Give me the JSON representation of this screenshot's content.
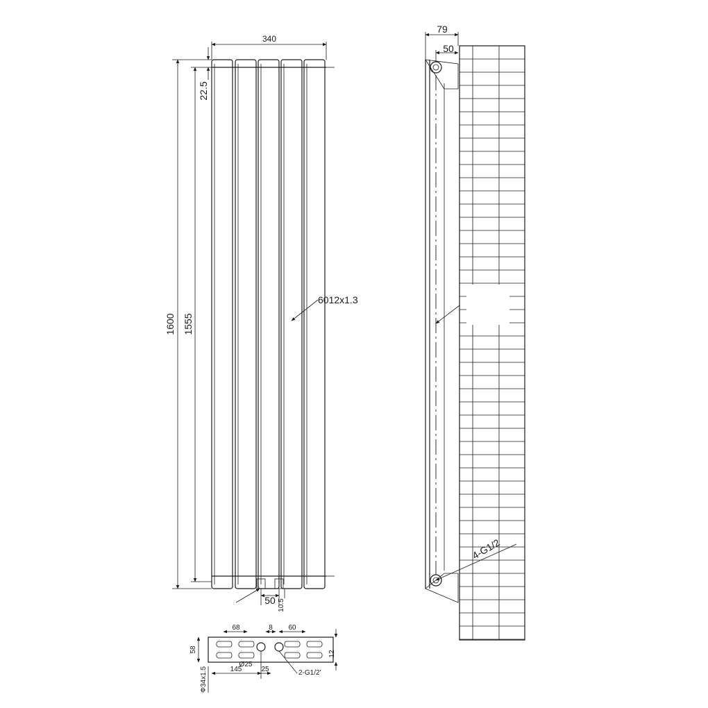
{
  "front_view": {
    "width_label": "340",
    "height_label": "1600",
    "center_height_label": "1555",
    "top_offset_label": "22.5",
    "tube_label": "6012x1.3",
    "bottom_gap_label": "50",
    "bottom_offset_label": "10.5"
  },
  "side_view": {
    "depth_label": "79",
    "wall_offset_label": "50",
    "connection_label": "4-G1/2"
  },
  "section_view": {
    "tube_dim_label": "68",
    "gap_label": "8",
    "pitch_label": "60",
    "depth_label": "58",
    "height_label": "12",
    "pipe_dia_label": "Ø25",
    "tube_size_label": "Φ34x1.5",
    "offset_label": "145",
    "spacing_label": "25",
    "port_label": "2-G1/2'"
  },
  "colors": {
    "line": "#1a1a1a",
    "background": "#ffffff"
  }
}
